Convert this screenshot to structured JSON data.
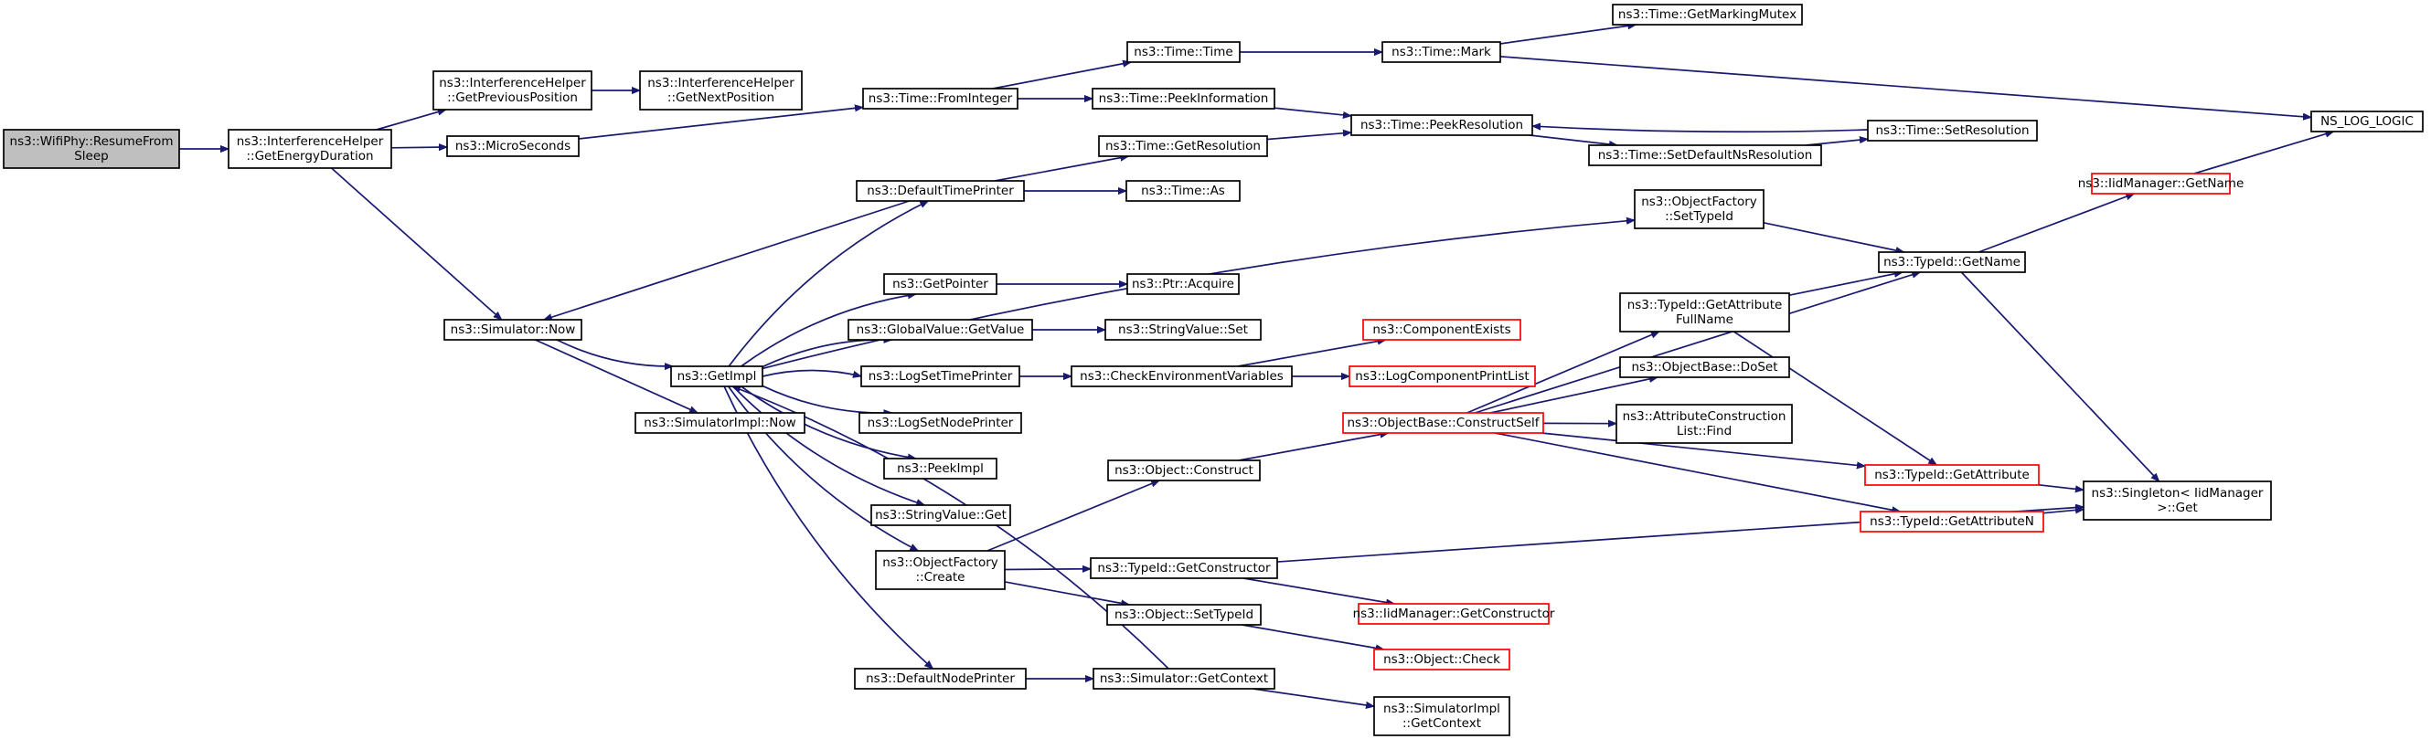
{
  "graph": {
    "title": "",
    "colors": {
      "edge": "#191970",
      "truncated_border": "#ff0000",
      "root_fill": "#bfbfbf",
      "node_fill": "#ffffff"
    },
    "nodes": [
      {
        "id": "resume",
        "lines": [
          "ns3::WifiPhy::ResumeFrom",
          "Sleep"
        ],
        "kind": "root"
      },
      {
        "id": "getEnergy",
        "lines": [
          "ns3::InterferenceHelper",
          "::GetEnergyDuration"
        ],
        "kind": "normal"
      },
      {
        "id": "getPrev",
        "lines": [
          "ns3::InterferenceHelper",
          "::GetPreviousPosition"
        ],
        "kind": "normal"
      },
      {
        "id": "getNext",
        "lines": [
          "ns3::InterferenceHelper",
          "::GetNextPosition"
        ],
        "kind": "normal"
      },
      {
        "id": "micro",
        "lines": [
          "ns3::MicroSeconds"
        ],
        "kind": "normal"
      },
      {
        "id": "fromInt",
        "lines": [
          "ns3::Time::FromInteger"
        ],
        "kind": "normal"
      },
      {
        "id": "timeTime",
        "lines": [
          "ns3::Time::Time"
        ],
        "kind": "normal"
      },
      {
        "id": "mark",
        "lines": [
          "ns3::Time::Mark"
        ],
        "kind": "normal"
      },
      {
        "id": "mutex",
        "lines": [
          "ns3::Time::GetMarkingMutex"
        ],
        "kind": "normal"
      },
      {
        "id": "peekInfo",
        "lines": [
          "ns3::Time::PeekInformation"
        ],
        "kind": "normal"
      },
      {
        "id": "peekRes",
        "lines": [
          "ns3::Time::PeekResolution"
        ],
        "kind": "normal"
      },
      {
        "id": "setRes",
        "lines": [
          "ns3::Time::SetResolution"
        ],
        "kind": "normal"
      },
      {
        "id": "setDefNs",
        "lines": [
          "ns3::Time::SetDefaultNsResolution"
        ],
        "kind": "normal"
      },
      {
        "id": "nslog",
        "lines": [
          "NS_LOG_LOGIC"
        ],
        "kind": "normal"
      },
      {
        "id": "getResol",
        "lines": [
          "ns3::Time::GetResolution"
        ],
        "kind": "normal"
      },
      {
        "id": "defTimePr",
        "lines": [
          "ns3::DefaultTimePrinter"
        ],
        "kind": "normal"
      },
      {
        "id": "timeAs",
        "lines": [
          "ns3::Time::As"
        ],
        "kind": "normal"
      },
      {
        "id": "ofSetTypeId",
        "lines": [
          "ns3::ObjectFactory",
          "::SetTypeId"
        ],
        "kind": "normal"
      },
      {
        "id": "typeIdGetName",
        "lines": [
          "ns3::TypeId::GetName"
        ],
        "kind": "normal"
      },
      {
        "id": "iidGetName",
        "lines": [
          "ns3::IidManager::GetName"
        ],
        "kind": "truncated"
      },
      {
        "id": "simNow",
        "lines": [
          "ns3::Simulator::Now"
        ],
        "kind": "normal"
      },
      {
        "id": "getImpl",
        "lines": [
          "ns3::GetImpl"
        ],
        "kind": "normal"
      },
      {
        "id": "simImplNow",
        "lines": [
          "ns3::SimulatorImpl::Now"
        ],
        "kind": "normal"
      },
      {
        "id": "getPointer",
        "lines": [
          "ns3::GetPointer"
        ],
        "kind": "normal"
      },
      {
        "id": "ptrAcquire",
        "lines": [
          "ns3::Ptr::Acquire"
        ],
        "kind": "normal"
      },
      {
        "id": "gvGetValue",
        "lines": [
          "ns3::GlobalValue::GetValue"
        ],
        "kind": "normal"
      },
      {
        "id": "svSet",
        "lines": [
          "ns3::StringValue::Set"
        ],
        "kind": "normal"
      },
      {
        "id": "logSetTime",
        "lines": [
          "ns3::LogSetTimePrinter"
        ],
        "kind": "normal"
      },
      {
        "id": "checkEnv",
        "lines": [
          "ns3::CheckEnvironmentVariables"
        ],
        "kind": "normal"
      },
      {
        "id": "compExists",
        "lines": [
          "ns3::ComponentExists"
        ],
        "kind": "truncated"
      },
      {
        "id": "logCompPrint",
        "lines": [
          "ns3::LogComponentPrintList"
        ],
        "kind": "truncated"
      },
      {
        "id": "logSetNode",
        "lines": [
          "ns3::LogSetNodePrinter"
        ],
        "kind": "normal"
      },
      {
        "id": "peekImpl",
        "lines": [
          "ns3::PeekImpl"
        ],
        "kind": "normal"
      },
      {
        "id": "svGet",
        "lines": [
          "ns3::StringValue::Get"
        ],
        "kind": "normal"
      },
      {
        "id": "ofCreate",
        "lines": [
          "ns3::ObjectFactory",
          "::Create"
        ],
        "kind": "normal"
      },
      {
        "id": "objConstruct",
        "lines": [
          "ns3::Object::Construct"
        ],
        "kind": "normal"
      },
      {
        "id": "obConstructSelf",
        "lines": [
          "ns3::ObjectBase::ConstructSelf"
        ],
        "kind": "truncated"
      },
      {
        "id": "tidGetAttrFull",
        "lines": [
          "ns3::TypeId::GetAttribute",
          "FullName"
        ],
        "kind": "normal"
      },
      {
        "id": "obDoSet",
        "lines": [
          "ns3::ObjectBase::DoSet"
        ],
        "kind": "normal"
      },
      {
        "id": "attrConsFind",
        "lines": [
          "ns3::AttributeConstruction",
          "List::Find"
        ],
        "kind": "normal"
      },
      {
        "id": "tidGetAttr",
        "lines": [
          "ns3::TypeId::GetAttribute"
        ],
        "kind": "truncated"
      },
      {
        "id": "tidGetAttrN",
        "lines": [
          "ns3::TypeId::GetAttributeN"
        ],
        "kind": "truncated"
      },
      {
        "id": "singletonGet",
        "lines": [
          "ns3::Singleton< IidManager",
          ">::Get"
        ],
        "kind": "normal"
      },
      {
        "id": "tidGetCons",
        "lines": [
          "ns3::TypeId::GetConstructor"
        ],
        "kind": "normal"
      },
      {
        "id": "iidGetCons",
        "lines": [
          "ns3::IidManager::GetConstructor"
        ],
        "kind": "truncated"
      },
      {
        "id": "objSetTypeId",
        "lines": [
          "ns3::Object::SetTypeId"
        ],
        "kind": "normal"
      },
      {
        "id": "objCheck",
        "lines": [
          "ns3::Object::Check"
        ],
        "kind": "truncated"
      },
      {
        "id": "defNodePr",
        "lines": [
          "ns3::DefaultNodePrinter"
        ],
        "kind": "normal"
      },
      {
        "id": "simGetCtx",
        "lines": [
          "ns3::Simulator::GetContext"
        ],
        "kind": "normal"
      },
      {
        "id": "simImplGetCtx",
        "lines": [
          "ns3::SimulatorImpl",
          "::GetContext"
        ],
        "kind": "normal"
      }
    ],
    "edges": [
      [
        "resume",
        "getEnergy"
      ],
      [
        "getEnergy",
        "getPrev"
      ],
      [
        "getEnergy",
        "micro"
      ],
      [
        "getEnergy",
        "simNow"
      ],
      [
        "getPrev",
        "getNext"
      ],
      [
        "micro",
        "fromInt"
      ],
      [
        "fromInt",
        "timeTime"
      ],
      [
        "fromInt",
        "peekInfo"
      ],
      [
        "timeTime",
        "mark"
      ],
      [
        "mark",
        "mutex"
      ],
      [
        "mark",
        "nslog"
      ],
      [
        "peekInfo",
        "peekRes"
      ],
      [
        "peekRes",
        "setDefNs"
      ],
      [
        "setDefNs",
        "setRes"
      ],
      [
        "setRes",
        "peekRes"
      ],
      [
        "getResol",
        "peekRes"
      ],
      [
        "defTimePr",
        "getResol"
      ],
      [
        "defTimePr",
        "timeAs"
      ],
      [
        "defTimePr",
        "simNow"
      ],
      [
        "simNow",
        "getImpl"
      ],
      [
        "simNow",
        "simImplNow"
      ],
      [
        "getImpl",
        "defTimePr"
      ],
      [
        "getImpl",
        "ofSetTypeId"
      ],
      [
        "getImpl",
        "getPointer"
      ],
      [
        "getImpl",
        "gvGetValue"
      ],
      [
        "getImpl",
        "logSetTime"
      ],
      [
        "getImpl",
        "logSetNode"
      ],
      [
        "getImpl",
        "peekImpl"
      ],
      [
        "getImpl",
        "svGet"
      ],
      [
        "getImpl",
        "ofCreate"
      ],
      [
        "getImpl",
        "defNodePr"
      ],
      [
        "getPointer",
        "ptrAcquire"
      ],
      [
        "gvGetValue",
        "svSet"
      ],
      [
        "logSetTime",
        "checkEnv"
      ],
      [
        "checkEnv",
        "compExists"
      ],
      [
        "checkEnv",
        "logCompPrint"
      ],
      [
        "ofSetTypeId",
        "typeIdGetName"
      ],
      [
        "typeIdGetName",
        "iidGetName"
      ],
      [
        "typeIdGetName",
        "singletonGet"
      ],
      [
        "iidGetName",
        "nslog"
      ],
      [
        "ofCreate",
        "objConstruct"
      ],
      [
        "ofCreate",
        "tidGetCons"
      ],
      [
        "ofCreate",
        "objSetTypeId"
      ],
      [
        "objConstruct",
        "obConstructSelf"
      ],
      [
        "obConstructSelf",
        "typeIdGetName"
      ],
      [
        "obConstructSelf",
        "tidGetAttrFull"
      ],
      [
        "obConstructSelf",
        "obDoSet"
      ],
      [
        "obConstructSelf",
        "attrConsFind"
      ],
      [
        "obConstructSelf",
        "tidGetAttr"
      ],
      [
        "obConstructSelf",
        "tidGetAttrN"
      ],
      [
        "tidGetAttrFull",
        "typeIdGetName"
      ],
      [
        "tidGetAttrFull",
        "tidGetAttr"
      ],
      [
        "tidGetAttr",
        "singletonGet"
      ],
      [
        "tidGetAttrN",
        "singletonGet"
      ],
      [
        "tidGetCons",
        "singletonGet"
      ],
      [
        "tidGetCons",
        "iidGetCons"
      ],
      [
        "objSetTypeId",
        "objCheck"
      ],
      [
        "defNodePr",
        "simGetCtx"
      ],
      [
        "simGetCtx",
        "getImpl"
      ],
      [
        "simGetCtx",
        "simImplGetCtx"
      ]
    ]
  }
}
